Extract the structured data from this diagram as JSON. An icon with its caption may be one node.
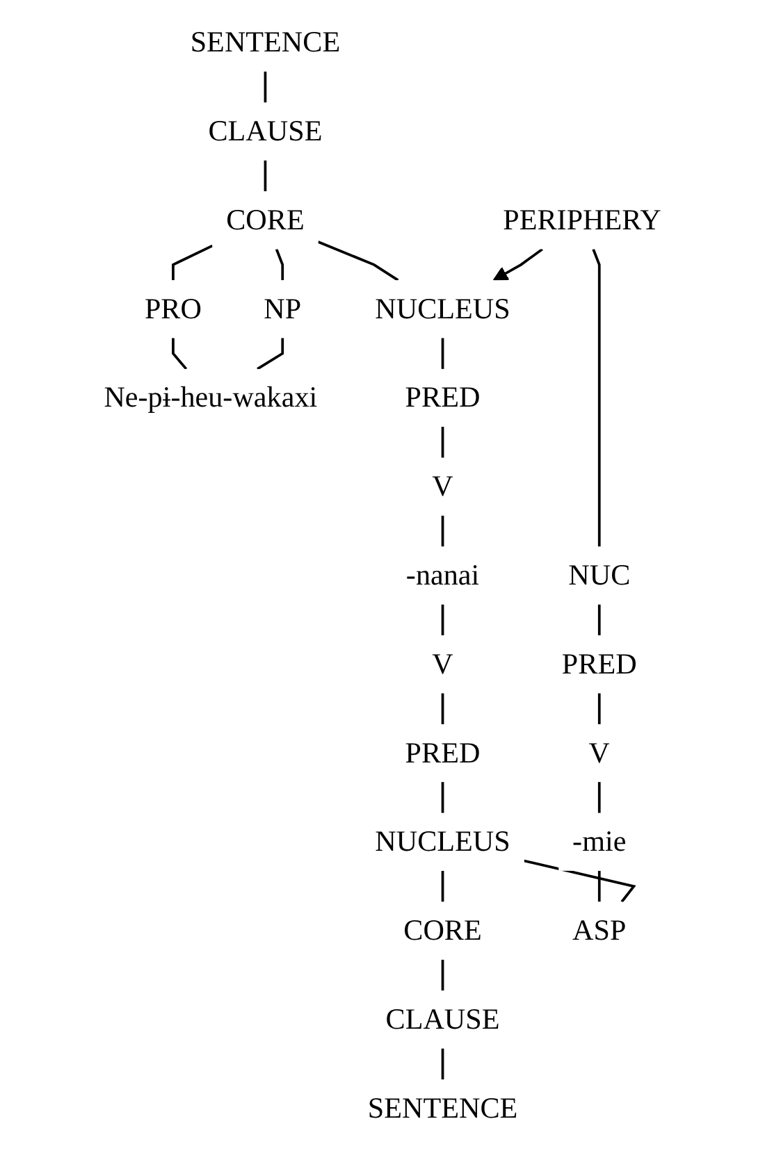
{
  "diagram": {
    "nodes": [
      {
        "text": [
          "SENTENCE"
        ]
      },
      {
        "text": [
          "CLAUSE"
        ]
      },
      {
        "text": [
          "CORE"
        ]
      },
      {
        "text": [
          "PRO"
        ]
      },
      {
        "text": [
          "NP"
        ]
      },
      {
        "text": [
          "NUCLEUS"
        ]
      },
      {
        "text": [
          "PERIPHERY"
        ]
      },
      {
        "text": [
          "PRED"
        ]
      },
      {
        "text": [
          "V"
        ]
      },
      {
        "text": [
          "NUC"
        ]
      },
      {
        "text": [
          "PRED"
        ]
      },
      {
        "text": [
          "V"
        ]
      },
      {
        "text": [
          "Ne-pɨ-heu-wakaxi"
        ]
      },
      {
        "text": [
          "-nanai"
        ]
      },
      {
        "text": [
          "-mie"
        ]
      },
      {
        "text": [
          "V"
        ]
      },
      {
        "text": [
          "PRED"
        ]
      },
      {
        "text": [
          "NUCLEUS"
        ]
      },
      {
        "text": [
          "ASP"
        ]
      },
      {
        "text": [
          "CORE"
        ]
      },
      {
        "text": [
          "CLAUSE"
        ]
      },
      {
        "text": [
          "SENTENCE"
        ]
      }
    ],
    "edges": [
      {
        "from": 0,
        "to": 1,
        "arrow": "none"
      },
      {
        "from": 1,
        "to": 2,
        "arrow": "none"
      },
      {
        "from": 2,
        "to": 3,
        "arrow": "none"
      },
      {
        "from": 2,
        "to": 4,
        "arrow": "none"
      },
      {
        "from": 2,
        "to": 5,
        "arrow": "none"
      },
      {
        "from": 6,
        "to": 5,
        "arrow": "to"
      },
      {
        "from": 5,
        "to": 7,
        "arrow": "none"
      },
      {
        "from": 7,
        "to": 8,
        "arrow": "none"
      },
      {
        "from": 6,
        "to": 9,
        "arrow": "none"
      },
      {
        "from": 9,
        "to": 10,
        "arrow": "none"
      },
      {
        "from": 10,
        "to": 11,
        "arrow": "none"
      },
      {
        "from": 3,
        "to": 12,
        "arrow": "none"
      },
      {
        "from": 4,
        "to": 12,
        "arrow": "none"
      },
      {
        "from": 8,
        "to": 13,
        "arrow": "none"
      },
      {
        "from": 11,
        "to": 14,
        "arrow": "none"
      },
      {
        "from": 13,
        "to": 15,
        "arrow": "none"
      },
      {
        "from": 15,
        "to": 16,
        "arrow": "none"
      },
      {
        "from": 16,
        "to": 17,
        "arrow": "none"
      },
      {
        "from": 14,
        "to": 18,
        "arrow": "none"
      },
      {
        "from": 17,
        "to": 18,
        "arrow": "none"
      },
      {
        "from": 17,
        "to": 19,
        "arrow": "none"
      },
      {
        "from": 19,
        "to": 20,
        "arrow": "none"
      },
      {
        "from": 20,
        "to": 21,
        "arrow": "none"
      }
    ]
  }
}
